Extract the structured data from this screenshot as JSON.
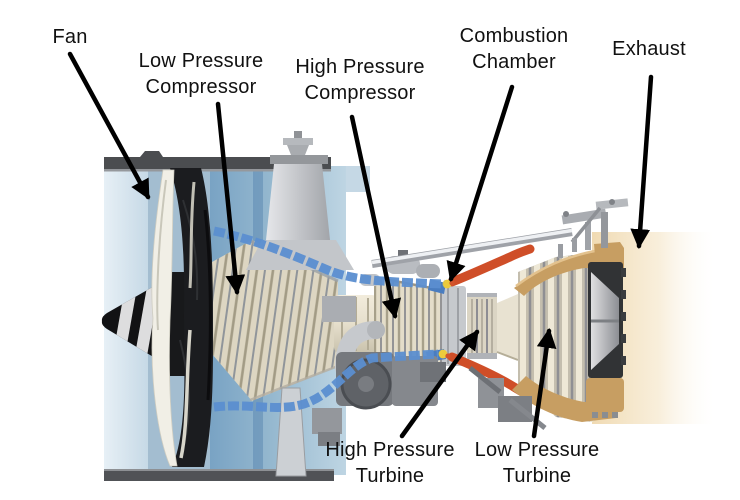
{
  "diagram": {
    "type": "annotated-illustration",
    "subject": "Turbofan jet engine cutaway with part labels",
    "labels": {
      "fan": {
        "line1": "Fan",
        "points_to": "fan"
      },
      "low_pressure_compressor": {
        "line1": "Low Pressure",
        "line2": "Compressor",
        "points_to": "low-pressure-compressor"
      },
      "high_pressure_compressor": {
        "line1": "High Pressure",
        "line2": "Compressor",
        "points_to": "high-pressure-compressor"
      },
      "combustion_chamber": {
        "line1": "Combustion",
        "line2": "Chamber",
        "points_to": "combustion-chamber"
      },
      "exhaust": {
        "line1": "Exhaust",
        "points_to": "exhaust"
      },
      "high_pressure_turbine": {
        "line1": "High Pressure",
        "line2": "Turbine",
        "points_to": "high-pressure-turbine"
      },
      "low_pressure_turbine": {
        "line1": "Low Pressure",
        "line2": "Turbine",
        "points_to": "low-pressure-turbine"
      }
    },
    "colors": {
      "annotation": "#000000",
      "background": "#ffffff",
      "pale_intake_band": "#d9e6f0",
      "intake_blue_panel": "#8fb3cc",
      "fan_blade_dark": "#1b1c1f",
      "fan_blade_light": "#f1efe6",
      "compressor_cream": "#ddd6c2",
      "duct_flow_blue": "#5b8ed0",
      "combustor_red": "#cf4e28",
      "flame_yellow": "#eccb3d",
      "turbine_casing_tan": "#c79e62",
      "exhaust_glow": "#f0dab2",
      "metal_gray": "#aaadb2"
    }
  }
}
